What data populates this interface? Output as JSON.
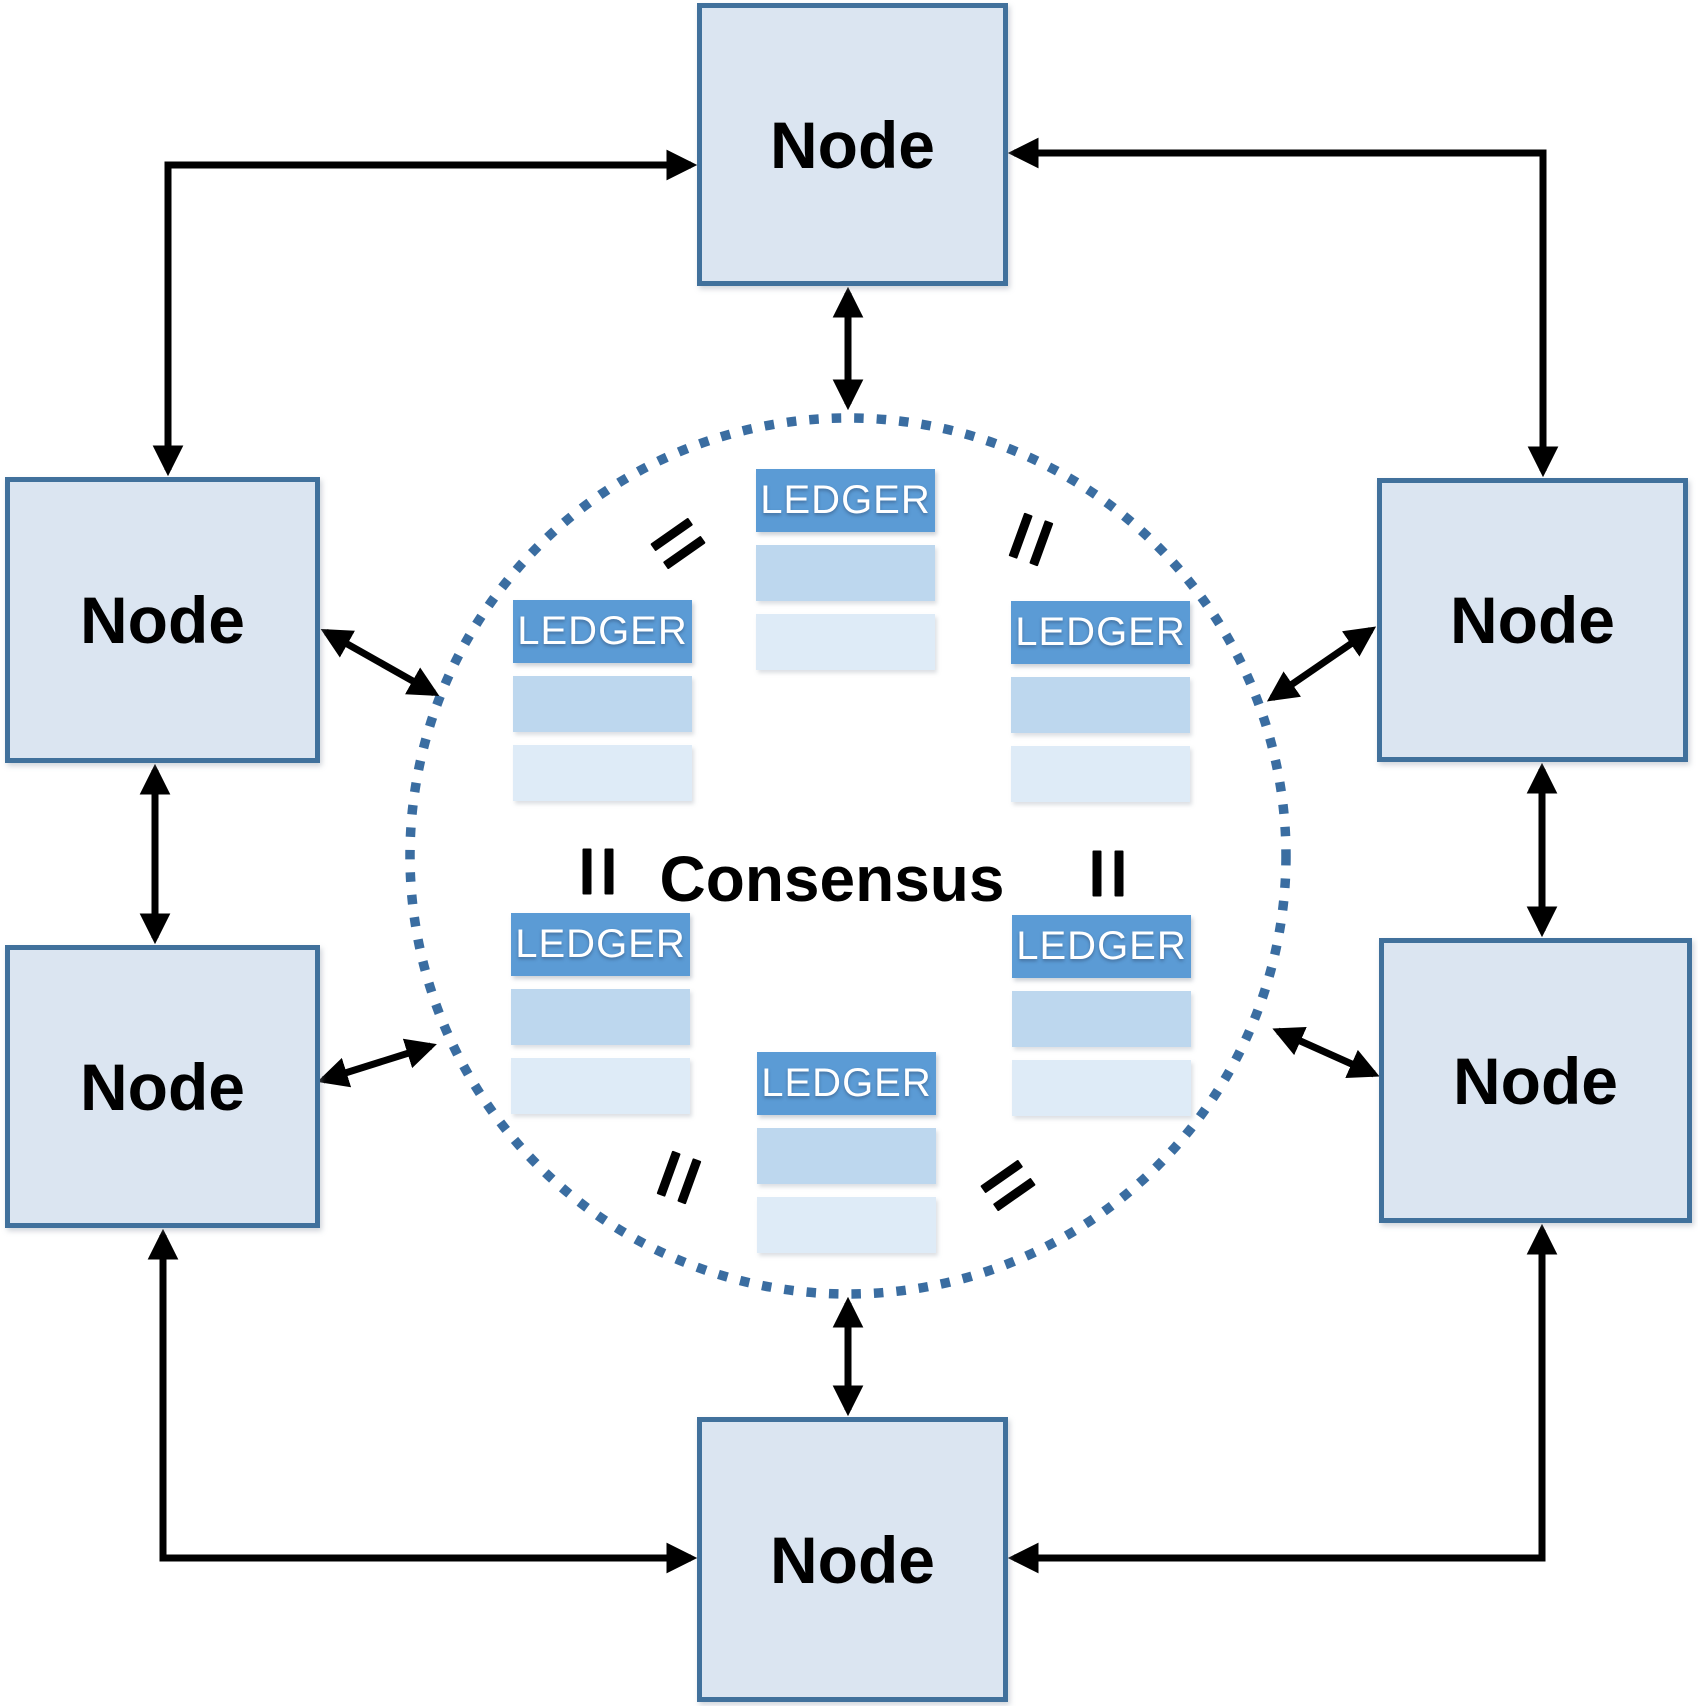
{
  "diagram": {
    "center_label": "Consensus",
    "nodes": {
      "top": {
        "label": "Node"
      },
      "left_upper": {
        "label": "Node"
      },
      "left_lower": {
        "label": "Node"
      },
      "right_upper": {
        "label": "Node"
      },
      "right_lower": {
        "label": "Node"
      },
      "bottom": {
        "label": "Node"
      }
    },
    "ledgers": {
      "top": {
        "label": "LEDGER"
      },
      "left_middle": {
        "label": "LEDGER"
      },
      "right_middle": {
        "label": "LEDGER"
      },
      "left_lower": {
        "label": "LEDGER"
      },
      "right_lower": {
        "label": "LEDGER"
      },
      "bottom": {
        "label": "LEDGER"
      }
    },
    "equals_icons": [
      "top-left",
      "top-right",
      "middle-left",
      "middle-right",
      "bottom-left",
      "bottom-right"
    ],
    "colors": {
      "node_fill": "#dbe5f1",
      "node_border": "#41719c",
      "ledger_header": "#5b9bd5",
      "ledger_row_medium": "#bdd7ee",
      "ledger_row_light": "#deebf7",
      "circle_dots": "#3a6da1",
      "arrow": "#000000"
    }
  }
}
